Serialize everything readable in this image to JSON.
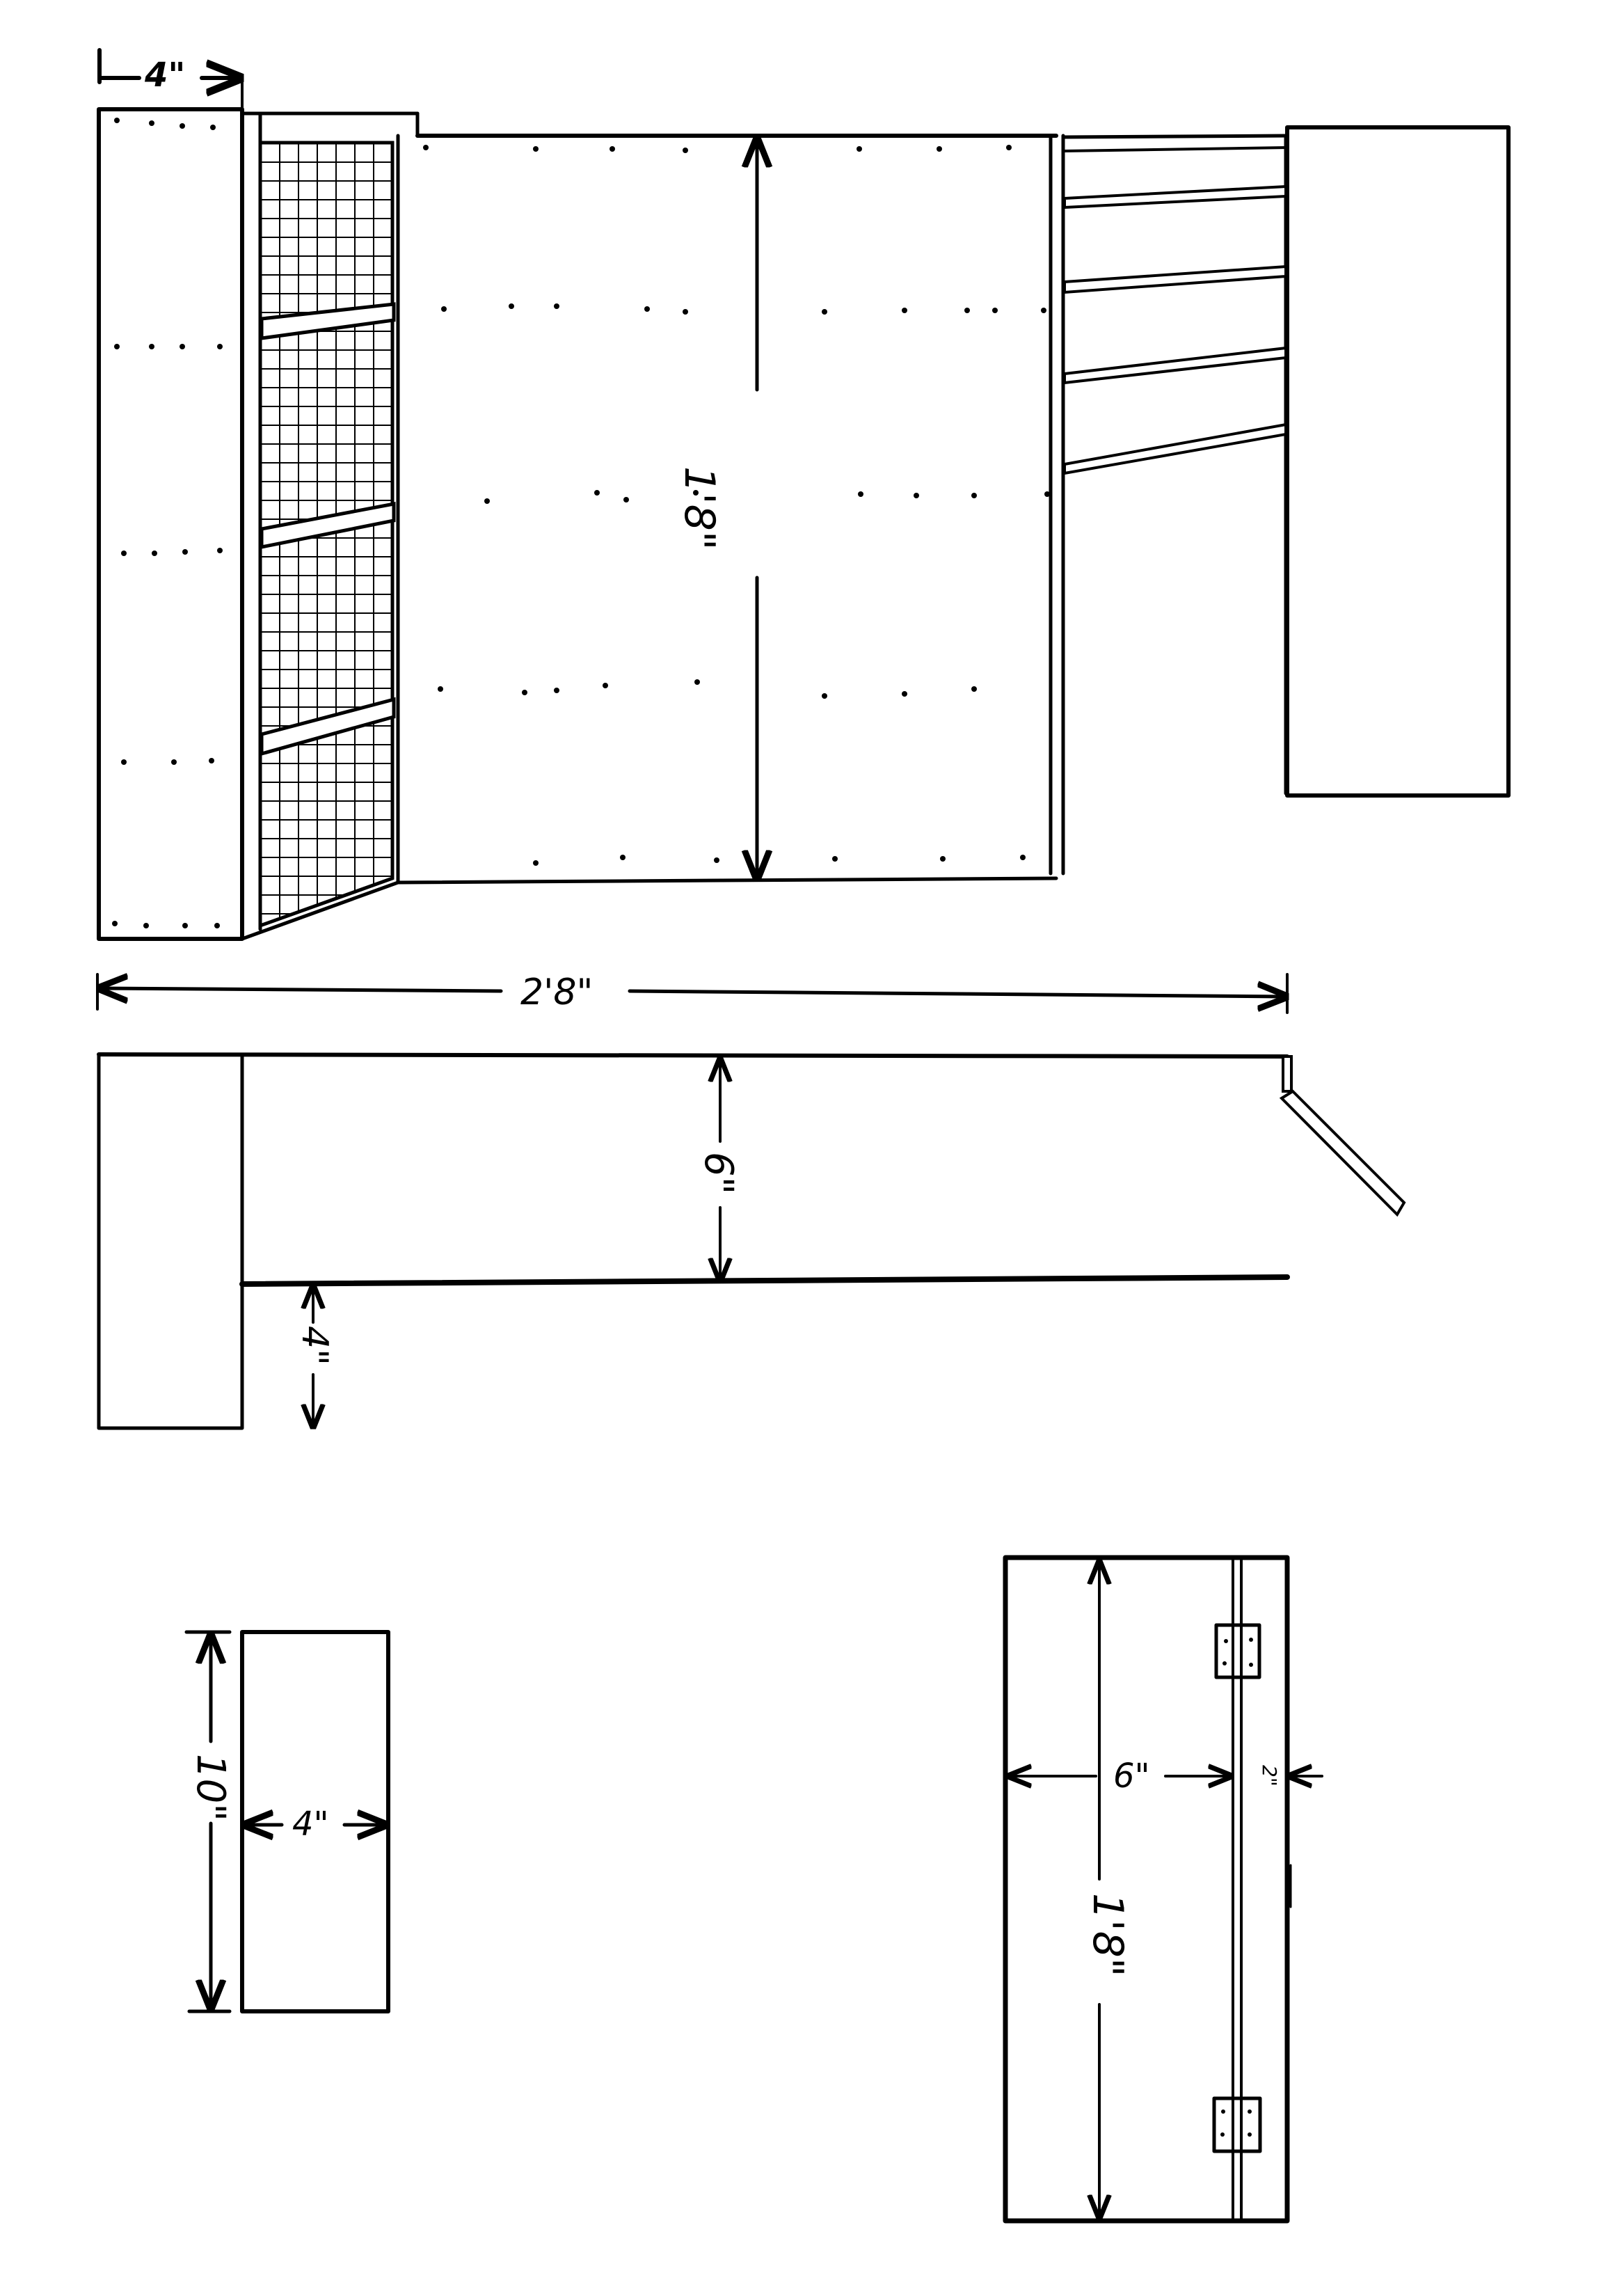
{
  "figure": {
    "type": "technical-drawing",
    "views": [
      {
        "id": "front-perspective",
        "description": "Box with left end panel, wire mesh section, solid center panel, slatted right section, and open right door",
        "dimensions": {
          "end_width": "4\"",
          "height": "1'8\""
        }
      },
      {
        "id": "side-section",
        "description": "Side section with leg and hinged flap",
        "dimensions": {
          "overall_length": "2'8\"",
          "depth": "6\"",
          "leg_clearance": "4\""
        }
      },
      {
        "id": "end-piece",
        "description": "End piece rectangle",
        "dimensions": {
          "height": "10\"",
          "width": "4\""
        }
      },
      {
        "id": "door-detail",
        "description": "Door panel with two hinges",
        "dimensions": {
          "height": "1'8\"",
          "width": "6\"",
          "strip": "2\""
        }
      }
    ]
  },
  "labels": {
    "top_end_width": "4\"",
    "top_height": "1'8\"",
    "overall_length": "2'8\"",
    "side_depth": "6\"",
    "leg_clearance": "4\"",
    "end_height": "10\"",
    "end_width": "4\"",
    "door_height": "1'8\"",
    "door_width": "6\"",
    "door_strip": "2\""
  }
}
